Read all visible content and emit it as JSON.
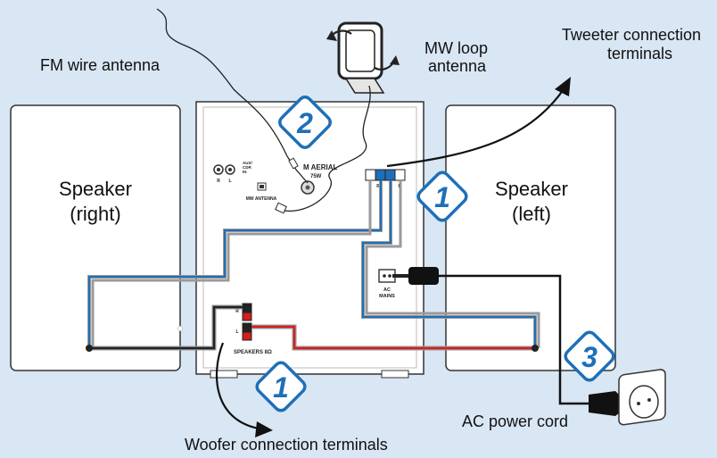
{
  "labels": {
    "fm_antenna": "FM wire antenna",
    "mw_loop_1": "MW loop",
    "mw_loop_2": "antenna",
    "tweeter_1": "Tweeter connection",
    "tweeter_2": "terminals",
    "speaker_right_1": "Speaker",
    "speaker_right_2": "(right)",
    "speaker_left_1": "Speaker",
    "speaker_left_2": "(left)",
    "ac_power_cord": "AC power cord",
    "woofer_terminals": "Woofer connection terminals"
  },
  "unit_labels": {
    "fm_aerial_1": "M AERIAL",
    "fm_aerial_2": "75W",
    "mw_antenna": "MW ANTENNA",
    "ac_mains_1": "AC",
    "ac_mains_2": "MAINS",
    "speakers": "SPEAKERS 8Ω",
    "aux_1": "AUX/",
    "aux_2": "CDR",
    "aux_3": "IN",
    "r": "R",
    "l": "L"
  },
  "steps": {
    "step_antenna": "2",
    "step_tweeter": "1",
    "step_woofer": "1",
    "step_power": "3"
  },
  "colors": {
    "background": "#d9e6f4",
    "badge_blue": "#1e6fb8",
    "wire_blue": "#1e6fb8",
    "wire_red": "#d01f1f",
    "wire_gray": "#9a9a9a",
    "wire_black": "#222222"
  }
}
